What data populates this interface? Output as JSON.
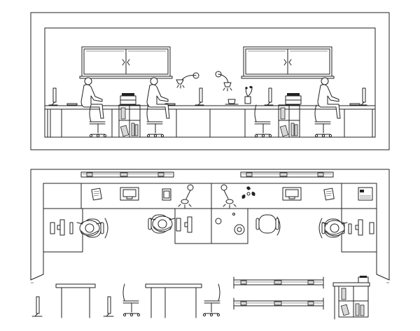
{
  "diagram": {
    "kind": "office-workstation-cad-drawing",
    "views": [
      {
        "id": "elevation",
        "description_visible": false
      },
      {
        "id": "plan",
        "description_visible": false
      },
      {
        "id": "furniture-blocks",
        "description_visible": false
      }
    ],
    "workstations_elevation": 4,
    "workstations_plan": 4,
    "windows_elevation": 2,
    "line_color": "#222222",
    "background_color": "#ffffff"
  }
}
